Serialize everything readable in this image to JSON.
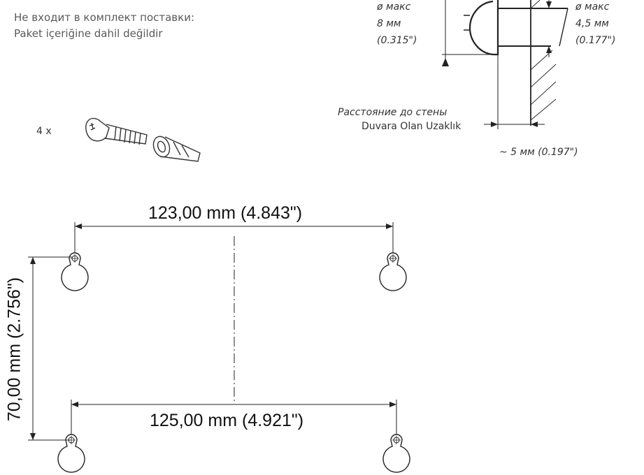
{
  "not_included": {
    "line_ru": "Не входит в комплект поставки:",
    "line_tr": "Paket içeriğine dahil değildir"
  },
  "hardware": {
    "quantity": "4 x"
  },
  "screw_head": {
    "line1": "ø макс",
    "line2": "8 мм",
    "line3": "(0.315\")"
  },
  "screw_shaft": {
    "line1": "ø макс",
    "line2": "4,5 мм",
    "line3": "(0.177\")"
  },
  "wall_distance": {
    "label_ru": "Расстояние до стены",
    "label_tr": "Duvara Olan Uzaklık",
    "value": "~ 5 мм (0.197\")"
  },
  "dimensions": {
    "top_width": "123,00 mm (4.843\")",
    "bottom_width": "125,00 mm (4.921\")",
    "height": "70,00 mm (2.756\")"
  },
  "colors": {
    "line": "#222222",
    "text": "#5a5a5a"
  }
}
